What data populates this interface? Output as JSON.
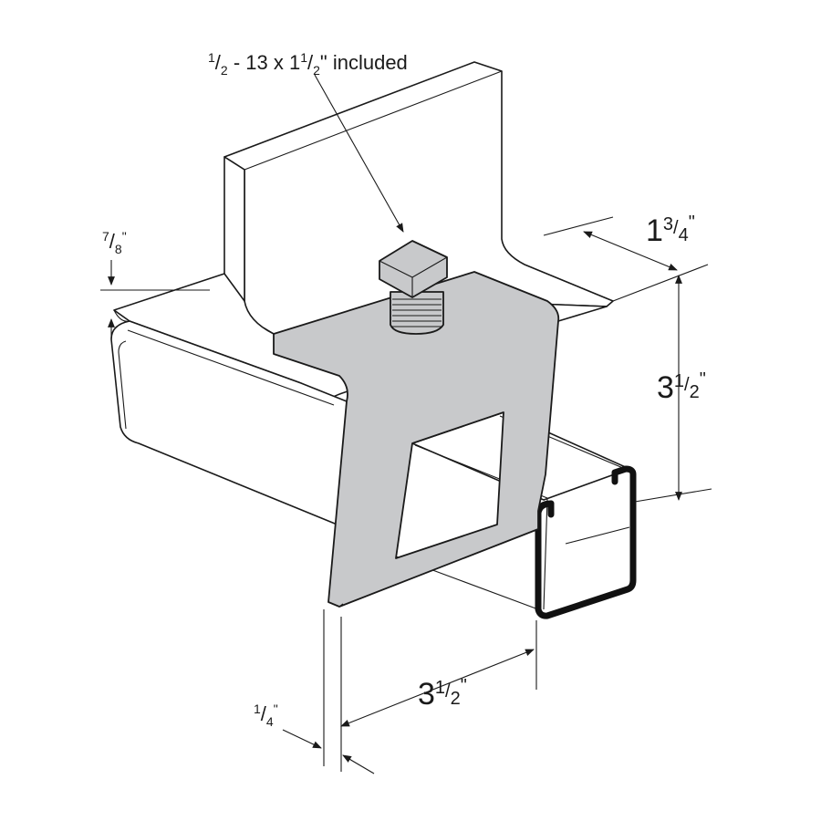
{
  "annotations": {
    "bolt": {
      "n1": "1",
      "d1": "2",
      "mid": " - 13 x 1",
      "n2": "1",
      "d2": "2",
      "tail": "\" included"
    },
    "flange_thickness": {
      "n": "7",
      "d": "8",
      "tail": "\""
    },
    "jaw_width": {
      "whole": "1",
      "n": "3",
      "d": "4",
      "tail": "\""
    },
    "channel_height": {
      "whole": "3",
      "n": "1",
      "d": "2",
      "tail": "\""
    },
    "channel_width": {
      "whole": "3",
      "n": "1",
      "d": "2",
      "tail": "\""
    },
    "plate_thickness": {
      "n": "1",
      "d": "4",
      "tail": "\""
    }
  },
  "colors": {
    "clamp_fill": "#c8c9cb",
    "line": "#1a1a1a",
    "background": "#ffffff"
  }
}
